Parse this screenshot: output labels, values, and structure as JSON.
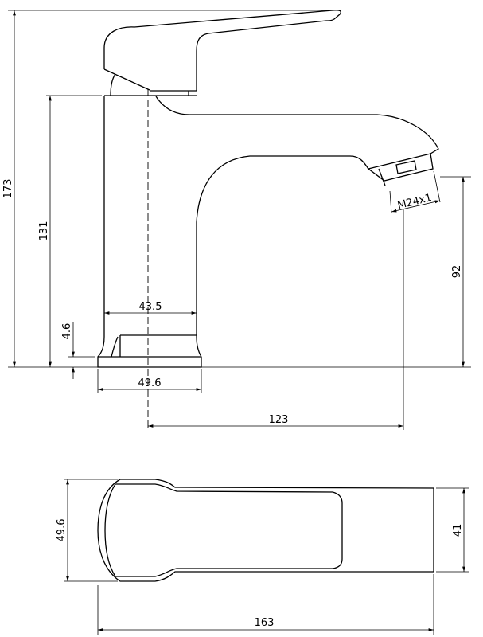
{
  "drawing": {
    "side_view": {
      "total_height": "173",
      "body_height": "131",
      "base_thickness": "4.6",
      "body_width": "43.5",
      "base_width": "49.6",
      "spout_reach": "123",
      "spout_height": "92",
      "aerator_thread": "M24x1"
    },
    "top_view": {
      "base_width": "49.6",
      "spout_width": "41",
      "total_length": "163"
    }
  }
}
